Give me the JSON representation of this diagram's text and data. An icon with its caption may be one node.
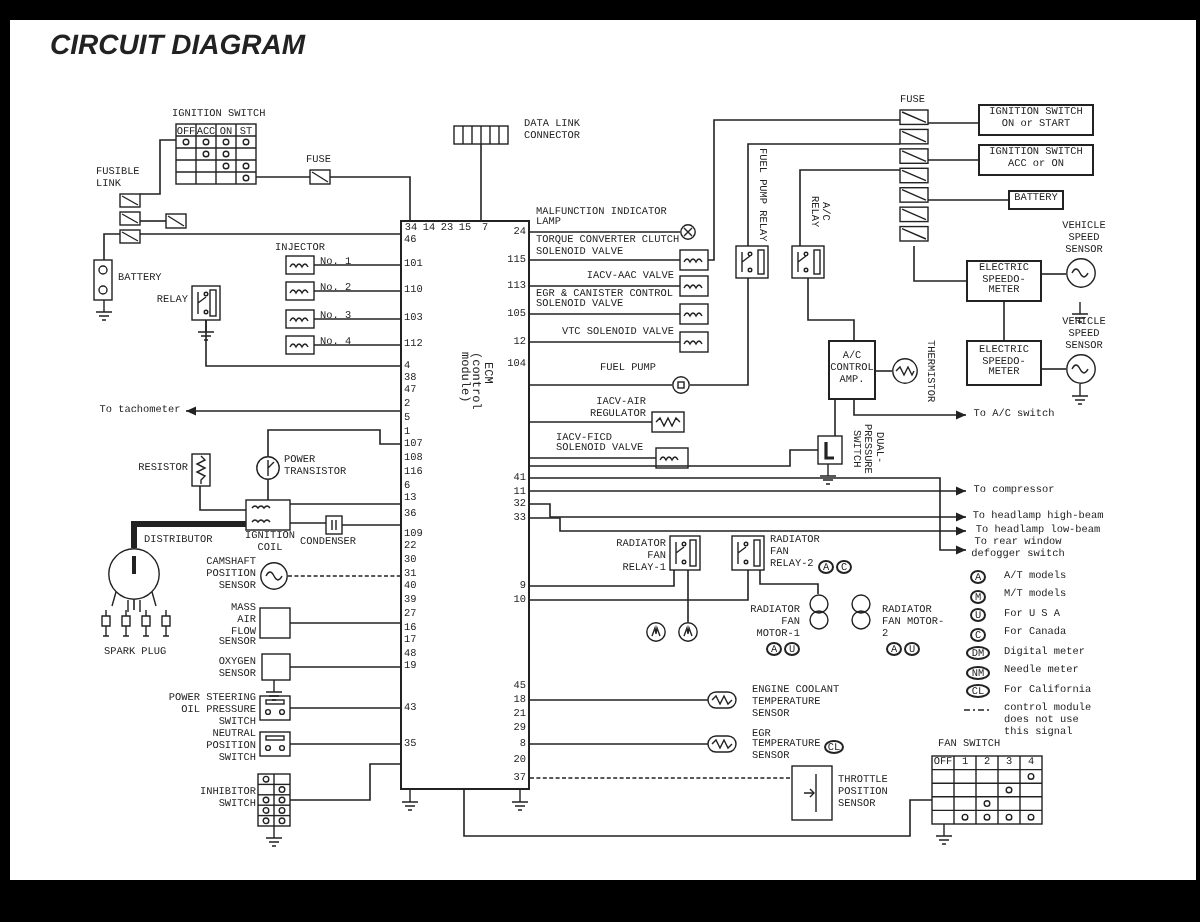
{
  "diagram": {
    "title": "CIRCUIT DIAGRAM",
    "nodes": [
      {
        "text": [
          "ECM (control module)"
        ]
      },
      {
        "text": [
          "IGNITION SWITCH"
        ]
      },
      {
        "text": [
          "FUSE"
        ]
      },
      {
        "text": [
          "FUSIBLE LINK"
        ]
      },
      {
        "text": [],
        "shape": "box"
      },
      {
        "text": [
          "BATTERY"
        ]
      },
      {
        "text": [
          "RELAY"
        ]
      },
      {
        "text": [
          "No. 1"
        ]
      },
      {
        "text": [
          "No. 2"
        ]
      },
      {
        "text": [
          "No. 3"
        ]
      },
      {
        "text": [
          "No. 4"
        ]
      },
      {
        "text": [
          "To tachometer"
        ]
      },
      {
        "text": [
          "RESISTOR"
        ]
      },
      {
        "text": [
          "POWER TRANSISTOR"
        ]
      },
      {
        "text": [
          "IGNITION COIL"
        ]
      },
      {
        "text": [
          "CONDENSER"
        ]
      },
      {
        "text": [
          "DISTRIBUTOR"
        ]
      },
      {
        "text": [
          "SPARK PLUG"
        ]
      },
      {
        "text": [
          "CAMSHAFT POSITION SENSOR"
        ]
      },
      {
        "text": [
          "MASS AIR FLOW SENSOR"
        ]
      },
      {
        "text": [
          "OXYGEN SENSOR"
        ]
      },
      {
        "text": [
          "POWER STEERING OIL PRESSURE SWITCH"
        ]
      },
      {
        "text": [
          "NEUTRAL POSITION SWITCH"
        ]
      },
      {
        "text": [
          "INHIBITOR SWITCH"
        ]
      },
      {
        "text": [
          "DATA LINK CONNECTOR"
        ]
      },
      {
        "text": [
          "MALFUNCTION INDICATOR LAMP"
        ]
      },
      {
        "text": [
          "TORQUE CONVERTER CLUTCH SOLENOID VALVE"
        ]
      },
      {
        "text": [
          "IACV-AAC VALVE"
        ]
      },
      {
        "text": [
          "EGR & CANISTER CONTROL SOLENOID VALVE"
        ]
      },
      {
        "text": [
          "VTC SOLENOID VALVE"
        ]
      },
      {
        "text": [
          "FUEL PUMP"
        ]
      },
      {
        "text": [
          "IACV-AIR REGULATOR"
        ]
      },
      {
        "text": [
          "IACV-FICD SOLENOID VALVE"
        ]
      },
      {
        "text": [
          "FUEL PUMP RELAY"
        ]
      },
      {
        "text": [
          "A/C RELAY"
        ]
      },
      {
        "text": [
          "FUSE"
        ]
      },
      {
        "text": [
          "IGNITION SWITCH ON or START"
        ]
      },
      {
        "text": [
          "IGNITION SWITCH ACC or ON"
        ]
      },
      {
        "text": [
          "BATTERY"
        ]
      },
      {
        "text": [
          "ELECTRIC SPEEDO- METER"
        ]
      },
      {
        "text": [
          "VEHICLE SPEED SENSOR"
        ]
      },
      {
        "text": [
          "A/C CONTROL AMP."
        ]
      },
      {
        "text": [
          "THERMISTOR"
        ]
      },
      {
        "text": [
          "DUAL-PRESSURE SWITCH"
        ]
      },
      {
        "text": [
          "ELECTRIC SPEEDO- METER"
        ]
      },
      {
        "text": [
          "VEHICLE SPEED SENSOR"
        ]
      },
      {
        "text": [
          "To A/C switch"
        ]
      },
      {
        "text": [
          "To compressor"
        ]
      },
      {
        "text": [
          "To headlamp high-beam"
        ]
      },
      {
        "text": [
          "To headlamp low-beam"
        ]
      },
      {
        "text": [
          "To rear window defogger switch"
        ]
      },
      {
        "text": [
          "RADIATOR FAN RELAY-1"
        ]
      },
      {
        "text": [
          "RADIATOR FAN RELAY-2"
        ]
      },
      {
        "text": [],
        "shape": "circle"
      },
      {
        "text": [],
        "shape": "circle"
      },
      {
        "text": [
          "RADIATOR FAN MOTOR-1"
        ]
      },
      {
        "text": [
          "RADIATOR FAN MOTOR-2"
        ]
      },
      {
        "text": [
          "ENGINE COOLANT TEMPERATURE SENSOR"
        ]
      },
      {
        "text": [
          "EGR TEMPERATURE SENSOR"
        ]
      },
      {
        "text": [
          "THROTTLE POSITION SENSOR"
        ]
      },
      {
        "text": [
          "FAN SWITCH"
        ]
      }
    ],
    "edges": [
      {
        "from": 0,
        "to": 11,
        "arrow": "to"
      },
      {
        "from": 1,
        "to": 2,
        "arrow": "none"
      },
      {
        "from": 2,
        "to": 0,
        "arrow": "none"
      },
      {
        "from": 3,
        "to": 0,
        "arrow": "none"
      },
      {
        "from": 3,
        "to": 1,
        "arrow": "none"
      },
      {
        "from": 3,
        "to": 4,
        "arrow": "none"
      },
      {
        "from": 5,
        "to": 3,
        "arrow": "none"
      },
      {
        "from": 6,
        "to": 0,
        "arrow": "none"
      },
      {
        "from": 7,
        "to": 0,
        "arrow": "none"
      },
      {
        "from": 8,
        "to": 0,
        "arrow": "none"
      },
      {
        "from": 9,
        "to": 0,
        "arrow": "none"
      },
      {
        "from": 10,
        "to": 0,
        "arrow": "none"
      },
      {
        "from": 12,
        "to": 14,
        "arrow": "none"
      },
      {
        "from": 13,
        "to": 14,
        "arrow": "none"
      },
      {
        "from": 13,
        "to": 0,
        "arrow": "none"
      },
      {
        "from": 14,
        "to": 15,
        "arrow": "none"
      },
      {
        "from": 14,
        "to": 0,
        "arrow": "none"
      },
      {
        "from": 15,
        "to": 0,
        "arrow": "none"
      },
      {
        "from": 16,
        "to": 14,
        "arrow": "none",
        "style": "thick"
      },
      {
        "from": 16,
        "to": 17,
        "arrow": "none"
      },
      {
        "from": 18,
        "to": 0,
        "arrow": "none",
        "style": "dashed"
      },
      {
        "from": 19,
        "to": 0,
        "arrow": "none"
      },
      {
        "from": 20,
        "to": 0,
        "arrow": "none"
      },
      {
        "from": 21,
        "to": 0,
        "arrow": "none"
      },
      {
        "from": 22,
        "to": 0,
        "arrow": "none"
      },
      {
        "from": 23,
        "to": 0,
        "arrow": "none"
      },
      {
        "from": 24,
        "to": 0,
        "arrow": "none"
      },
      {
        "from": 0,
        "to": 25,
        "arrow": "none"
      },
      {
        "from": 0,
        "to": 26,
        "arrow": "none"
      },
      {
        "from": 0,
        "to": 27,
        "arrow": "none"
      },
      {
        "from": 0,
        "to": 28,
        "arrow": "none"
      },
      {
        "from": 0,
        "to": 29,
        "arrow": "none"
      },
      {
        "from": 0,
        "to": 30,
        "arrow": "none"
      },
      {
        "from": 0,
        "to": 31,
        "arrow": "none"
      },
      {
        "from": 0,
        "to": 32,
        "arrow": "none"
      },
      {
        "from": 35,
        "to": 36,
        "arrow": "none"
      },
      {
        "from": 35,
        "to": 37,
        "arrow": "none"
      },
      {
        "from": 35,
        "to": 38,
        "arrow": "none"
      },
      {
        "from": 35,
        "to": 26,
        "arrow": "none"
      },
      {
        "from": 35,
        "to": 33,
        "arrow": "none"
      },
      {
        "from": 35,
        "to": 34,
        "arrow": "none"
      },
      {
        "from": 33,
        "to": 30,
        "arrow": "none"
      },
      {
        "from": 34,
        "to": 41,
        "arrow": "none"
      },
      {
        "from": 41,
        "to": 42,
        "arrow": "none"
      },
      {
        "from": 41,
        "to": 46,
        "arrow": "to"
      },
      {
        "from": 41,
        "to": 43,
        "arrow": "none"
      },
      {
        "from": 0,
        "to": 43,
        "arrow": "none"
      },
      {
        "from": 0,
        "to": 47,
        "arrow": "to"
      },
      {
        "from": 0,
        "to": 48,
        "arrow": "to"
      },
      {
        "from": 0,
        "to": 49,
        "arrow": "to"
      },
      {
        "from": 0,
        "to": 50,
        "arrow": "to"
      },
      {
        "from": 35,
        "to": 39,
        "arrow": "none"
      },
      {
        "from": 39,
        "to": 40,
        "arrow": "none"
      },
      {
        "from": 39,
        "to": 44,
        "arrow": "none"
      },
      {
        "from": 44,
        "to": 45,
        "arrow": "none"
      },
      {
        "from": 0,
        "to": 51,
        "arrow": "none"
      },
      {
        "from": 0,
        "to": 52,
        "arrow": "none"
      },
      {
        "from": 51,
        "to": 54,
        "arrow": "none"
      },
      {
        "from": 52,
        "to": 55,
        "arrow": "none"
      },
      {
        "from": 0,
        "to": 57,
        "arrow": "none"
      },
      {
        "from": 0,
        "to": 58,
        "arrow": "none"
      },
      {
        "from": 0,
        "to": 59,
        "arrow": "none",
        "style": "dashed"
      },
      {
        "from": 60,
        "to": 0,
        "arrow": "none"
      }
    ],
    "labels": [
      "34",
      "14",
      "23",
      "15",
      "7",
      "46",
      "101",
      "110",
      "103",
      "112",
      "4",
      "38",
      "47",
      "2",
      "5",
      "1",
      "107",
      "108",
      "116",
      "6",
      "13",
      "36",
      "109",
      "22",
      "30",
      "31",
      "40",
      "39",
      "27",
      "16",
      "17",
      "48",
      "19",
      "43",
      "35",
      "24",
      "115",
      "113",
      "105",
      "12",
      "104",
      "41",
      "11",
      "32",
      "33",
      "9",
      "10",
      "45",
      "18",
      "21",
      "29",
      "8",
      "20",
      "37",
      "OFF",
      "ACC",
      "ON",
      "ST",
      "INJECTOR",
      "A",
      "C",
      "A",
      "U",
      "A",
      "U",
      "CL",
      "A",
      "M",
      "U",
      "C",
      "DM",
      "NM",
      "CL",
      "OFF",
      "1",
      "2",
      "3",
      "4"
    ],
    "legend": [
      {
        "text": "A/T models"
      },
      {
        "text": "M/T models"
      },
      {
        "text": "For U S A"
      },
      {
        "text": "For Canada"
      },
      {
        "text": "Digital meter"
      },
      {
        "text": "Needle meter"
      },
      {
        "text": "For California"
      },
      {
        "text": "control module does not use this signal"
      }
    ]
  }
}
